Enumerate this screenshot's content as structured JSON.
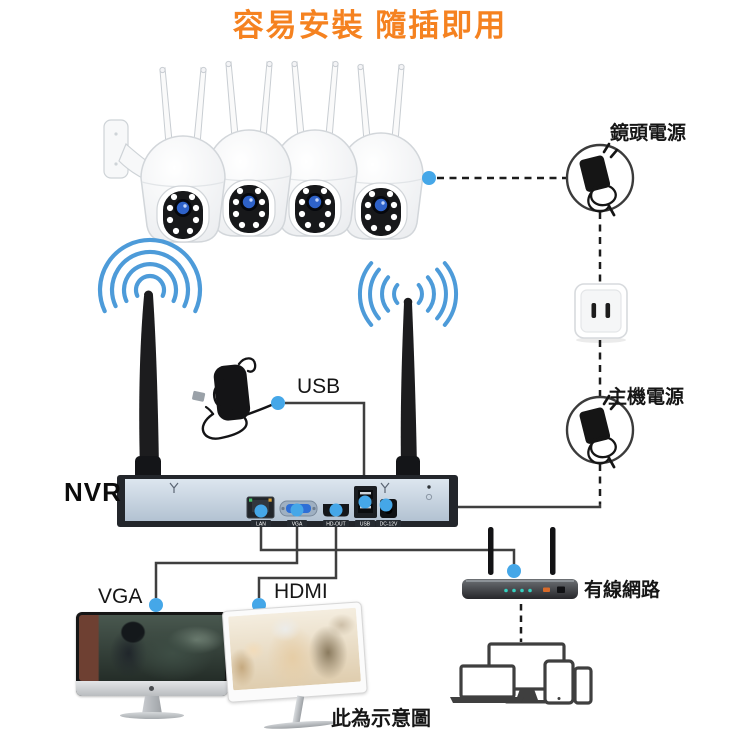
{
  "title": "容易安裝 隨插即用",
  "labels": {
    "camera_power": "鏡頭電源",
    "host_power": "主機電源",
    "usb": "USB",
    "nvr": "NVR",
    "vga": "VGA",
    "hdmi": "HDMI",
    "wired_network": "有線網路",
    "disclaimer": "此為示意圖"
  },
  "nvr": {
    "ports": [
      {
        "label": "LAN"
      },
      {
        "label": "VGA"
      },
      {
        "label": "HD-OUT"
      },
      {
        "label": "USB"
      },
      {
        "label": "DC-12V"
      }
    ]
  },
  "colors": {
    "title_orange": "#F58220",
    "wifi_blue": "#4D9BD9",
    "connector_dot_blue": "#45A7E8",
    "line_dark": "#3F3F3F",
    "nvr_panel": "#C9D6E3"
  },
  "icons": {
    "cameras": "ptz-camera-icon",
    "power_adapter": "power-adapter-icon",
    "outlet": "power-outlet-icon",
    "wifi": "wifi-signal-icon",
    "router": "router-icon",
    "client_devices": "client-devices-icon"
  }
}
